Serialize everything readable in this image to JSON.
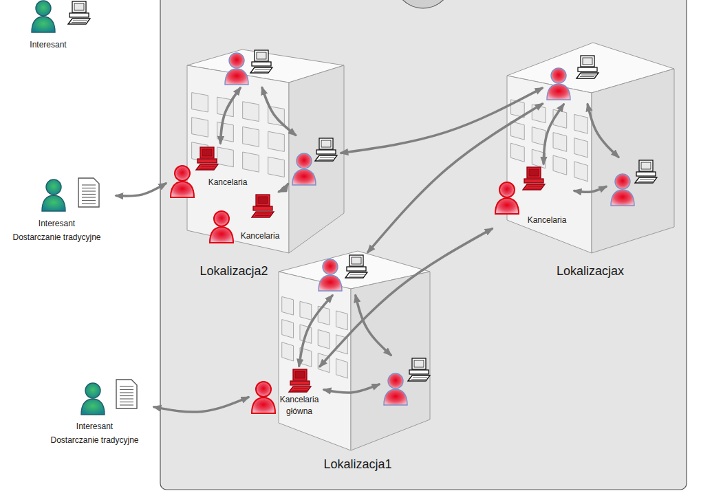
{
  "diagram": {
    "nodes": [
      {
        "text": [
          "Interesant"
        ]
      },
      {
        "text": [
          "Interesant",
          "Dostarczanie tradycyjne"
        ]
      },
      {
        "text": [
          "Interesant",
          "Dostarczanie tradycyjne"
        ]
      },
      {
        "text": [
          "Lokalizacja2"
        ]
      },
      {
        "text": [],
        "in": 3
      },
      {
        "text": [],
        "in": 3
      },
      {
        "text": [
          "Kancelaria"
        ],
        "in": 3
      },
      {
        "text": [
          "Kancelaria"
        ],
        "in": 3
      },
      {
        "text": [
          "Lokalizacjax"
        ]
      },
      {
        "text": [],
        "in": 8
      },
      {
        "text": [
          "Kancelaria"
        ],
        "in": 8
      },
      {
        "text": [],
        "in": 8
      },
      {
        "text": [
          "Lokalizacja1"
        ]
      },
      {
        "text": [],
        "in": 12
      },
      {
        "text": [
          "Kancelaria główna"
        ],
        "in": 12
      },
      {
        "text": [],
        "in": 12
      }
    ],
    "edges": [
      {
        "from": 1,
        "to": 6,
        "arrow": "both"
      },
      {
        "from": 2,
        "to": 14,
        "arrow": "both"
      },
      {
        "from": 4,
        "to": 6,
        "arrow": "both"
      },
      {
        "from": 4,
        "to": 5,
        "arrow": "both"
      },
      {
        "from": 7,
        "to": 5,
        "arrow": "both"
      },
      {
        "from": 5,
        "to": 9,
        "arrow": "both"
      },
      {
        "from": 9,
        "to": 13,
        "arrow": "both"
      },
      {
        "from": 9,
        "to": 10,
        "arrow": "both"
      },
      {
        "from": 9,
        "to": 11,
        "arrow": "both"
      },
      {
        "from": 10,
        "to": 11,
        "arrow": "both"
      },
      {
        "from": 10,
        "to": 14,
        "arrow": "both"
      },
      {
        "from": 13,
        "to": 14,
        "arrow": "both"
      },
      {
        "from": 13,
        "to": 15,
        "arrow": "both"
      },
      {
        "from": 14,
        "to": 15,
        "arrow": "both"
      }
    ]
  }
}
